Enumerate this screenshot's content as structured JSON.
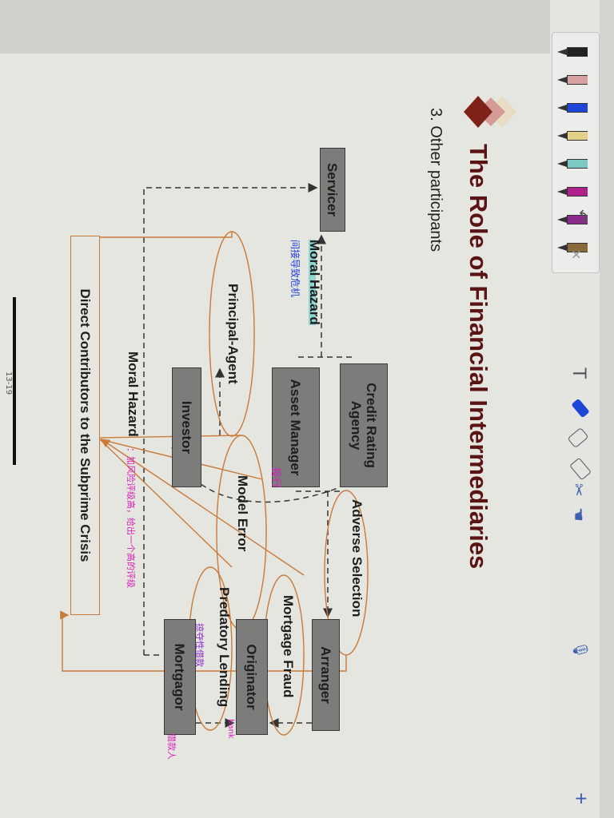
{
  "toolbar": {
    "pens": [
      {
        "name": "black-pen",
        "color": "#222222"
      },
      {
        "name": "pink-pen",
        "color": "#d9a0a0"
      },
      {
        "name": "blue-pen",
        "color": "#1d46d8"
      },
      {
        "name": "yellow-pen",
        "color": "#e3d08a"
      },
      {
        "name": "teal-pen",
        "color": "#7cc9c4"
      },
      {
        "name": "magenta-pen",
        "color": "#b0208a"
      },
      {
        "name": "purple-pen",
        "color": "#8a2a8a"
      },
      {
        "name": "brown-pen",
        "color": "#8a6a3a"
      }
    ],
    "undo_icon": "↶",
    "close_icon": "✕",
    "text_tool": "T",
    "mic_icon": "🎙",
    "add_icon": "+"
  },
  "slide": {
    "title": "The Role of Financial Intermediaries",
    "subtitle": "3. Other participants",
    "title_color": "#5a1414",
    "boxes": {
      "servicer": "Servicer",
      "credit_rating_agency": "Credit Rating Agency",
      "asset_manager": "Asset Manager",
      "investor": "Investor",
      "arranger": "Arranger",
      "originator": "Originator",
      "mortgagor": "Mortgagor",
      "direct_contributors": "Direct Contributors to the Subprime Crisis"
    },
    "labels": {
      "moral_hazard_top": "Moral Hazard",
      "principal_agent": "Principal-Agent",
      "model_error": "Model Error",
      "adverse_selection": "Adverse Selection",
      "mortgage_fraud": "Mortgage Fraud",
      "predatory_lending": "Predatory Lending",
      "moral_hazard_bottom": "Moral Hazard"
    },
    "annotations": {
      "servicer_note": "间接导致危机",
      "asset_manager_note": "投行",
      "originator_note": "bank",
      "mortgagor_note": "借款人",
      "predatory_note": "掠夺性借款",
      "moral_hazard_note": "：加风险评级高，给出一个高的评级"
    },
    "page_number": "13-19"
  },
  "colors": {
    "accent_orange": "#c87a3a",
    "box_gray": "#7c7c7a",
    "annotation_magenta": "#d81fb8",
    "annotation_blue": "#1f3fe0"
  }
}
